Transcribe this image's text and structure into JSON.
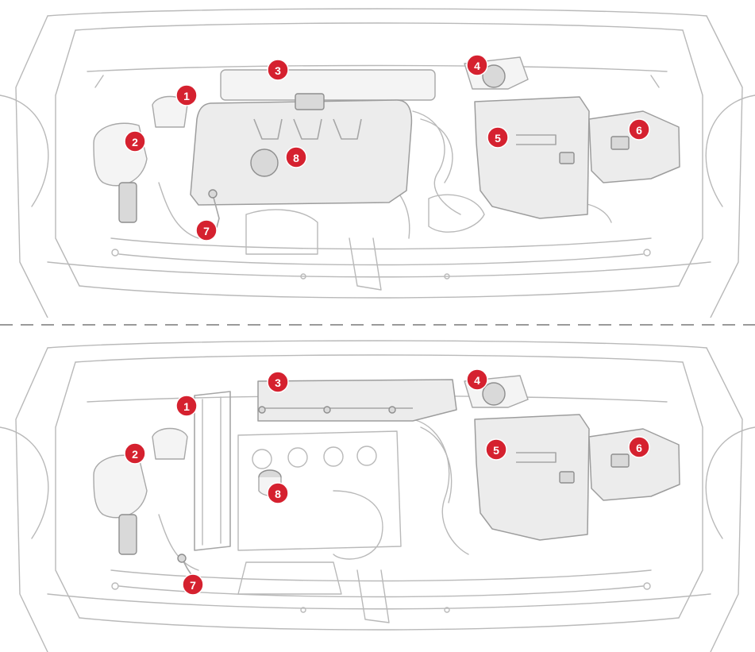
{
  "figure": {
    "panels": [
      {
        "id": "top",
        "callouts": [
          "1",
          "2",
          "3",
          "4",
          "5",
          "6",
          "7",
          "8"
        ]
      },
      {
        "id": "bottom",
        "callouts": [
          "1",
          "2",
          "3",
          "4",
          "5",
          "6",
          "7",
          "8"
        ]
      }
    ],
    "colors": {
      "callout_fill": "#d5212f",
      "callout_text": "#ffffff",
      "line_art": "#b9b9b9",
      "component_fill": "#ececec",
      "divider": "#9a9a9a"
    }
  }
}
